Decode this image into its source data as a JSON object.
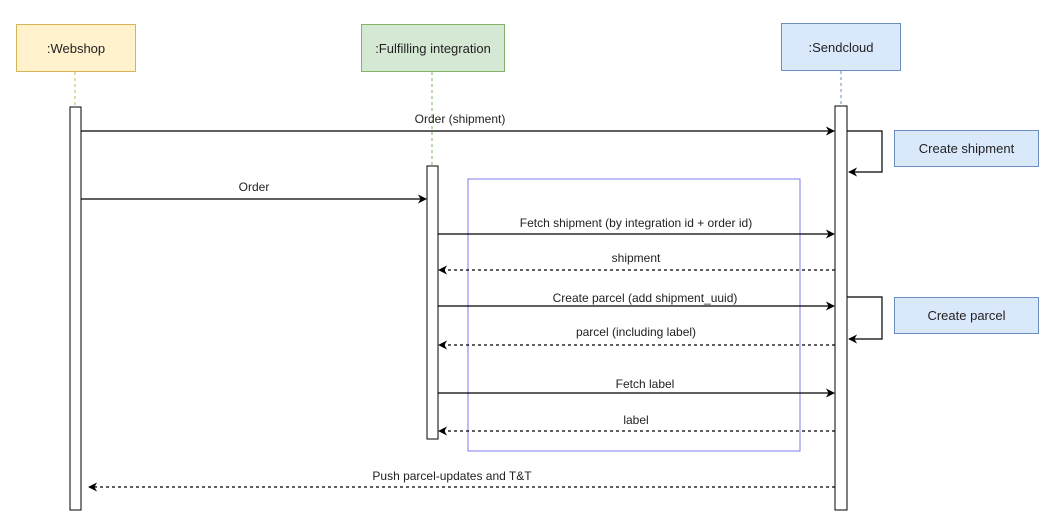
{
  "colors": {
    "webshop_fill": "#fff2cc",
    "webshop_border": "#d6b656",
    "integration_fill": "#d5e8d4",
    "integration_border": "#82b366",
    "sendcloud_fill": "#dae8fc",
    "sendcloud_border": "#6c8ebf",
    "group_border": "#7b7bf0",
    "line": "#000000"
  },
  "participants": {
    "webshop": ":Webshop",
    "integration": ":Fulfilling integration",
    "sendcloud": ":Sendcloud"
  },
  "notes": {
    "create_shipment": "Create shipment",
    "create_parcel": "Create parcel"
  },
  "messages": [
    {
      "from": "webshop",
      "to": "sendcloud",
      "label": "Order (shipment)",
      "style": "solid"
    },
    {
      "from": "webshop",
      "to": "integration",
      "label": "Order",
      "style": "solid"
    },
    {
      "from": "integration",
      "to": "sendcloud",
      "label": "Fetch shipment (by integration id + order id)",
      "style": "solid"
    },
    {
      "from": "sendcloud",
      "to": "integration",
      "label": "shipment",
      "style": "dashed"
    },
    {
      "from": "integration",
      "to": "sendcloud",
      "label": "Create parcel (add shipment_uuid)",
      "style": "solid"
    },
    {
      "from": "sendcloud",
      "to": "integration",
      "label": "parcel (including label)",
      "style": "dashed"
    },
    {
      "from": "integration",
      "to": "sendcloud",
      "label": "Fetch label",
      "style": "solid"
    },
    {
      "from": "sendcloud",
      "to": "integration",
      "label": "label",
      "style": "dashed"
    },
    {
      "from": "sendcloud",
      "to": "webshop",
      "label": "Push parcel-updates and T&T",
      "style": "dashed"
    }
  ]
}
